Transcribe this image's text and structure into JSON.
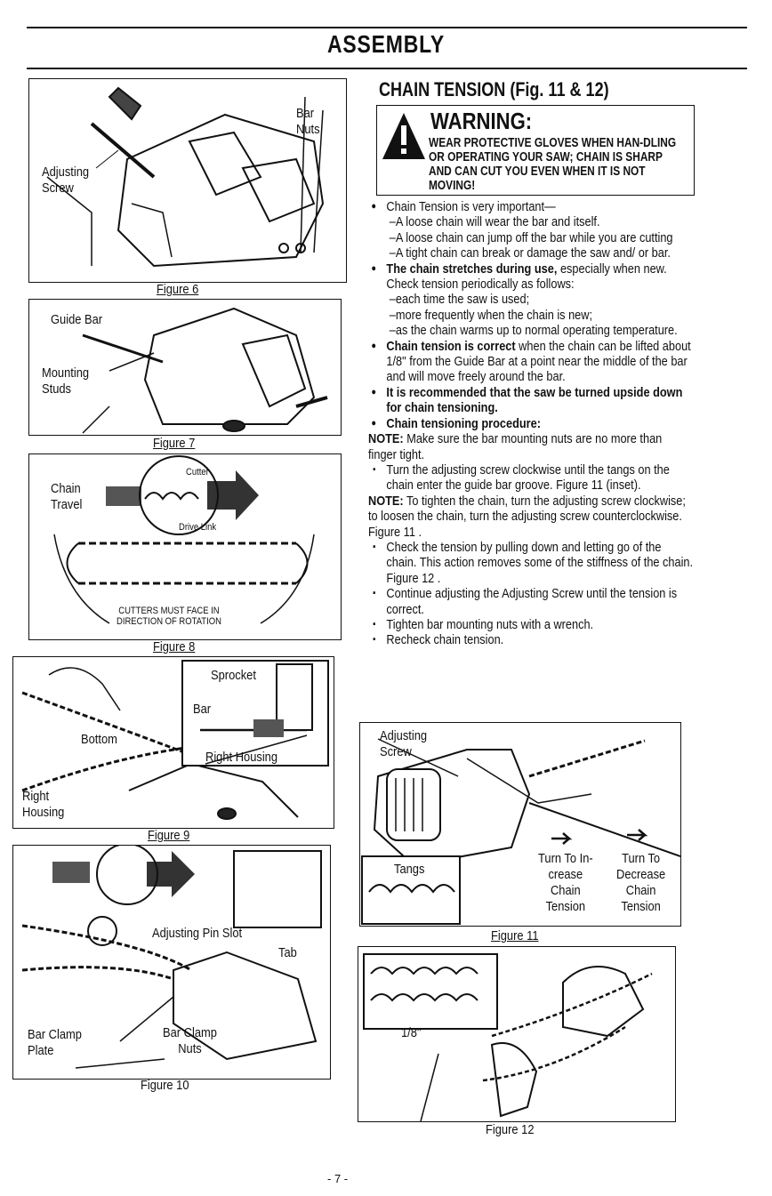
{
  "page": {
    "title": "ASSEMBLY",
    "page_number": "- 7 -"
  },
  "figures": {
    "f6": {
      "caption": "Figure 6",
      "labels": {
        "adjusting_screw": "Adjusting\nScrew",
        "bar_nuts": "Bar\nNuts"
      }
    },
    "f7": {
      "caption": "Figure 7",
      "labels": {
        "guide_bar": "Guide Bar",
        "mounting_studs": "Mounting\nStuds"
      }
    },
    "f8": {
      "caption": "Figure 8",
      "labels": {
        "chain_travel": "Chain\nTravel",
        "cutter": "Cutter",
        "drive_link": "Drive Link",
        "cutters_face": "CUTTERS MUST FACE IN\nDIRECTION OF ROTATION"
      }
    },
    "f9": {
      "caption": "Figure 9",
      "labels": {
        "sprocket": "Sprocket",
        "bar": "Bar",
        "right_housing_inset": "Right Housing",
        "bottom": "Bottom",
        "right_housing": "Right\nHousing"
      }
    },
    "f10": {
      "caption": "Figure 10",
      "labels": {
        "adjusting_pin_slot": "Adjusting Pin Slot",
        "tab": "Tab",
        "bar_clamp_plate": "Bar Clamp\nPlate",
        "bar_clamp_nuts": "Bar Clamp\nNuts"
      }
    },
    "f11": {
      "caption": "Figure 11",
      "labels": {
        "adjusting_screw": "Adjusting\nScrew",
        "tangs": "Tangs",
        "increase": "Turn To In-\ncrease\nChain\nTension",
        "decrease": "Turn To\nDecrease\nChain\nTension"
      }
    },
    "f12": {
      "caption": "Figure 12",
      "labels": {
        "eighth": "1/8\""
      }
    }
  },
  "section": {
    "title": "CHAIN TENSION (Fig. 11 & 12)",
    "warning_title": "WARNING:",
    "warning_text": "WEAR PROTECTIVE GLOVES WHEN HAN-DLING OR OPERATING YOUR SAW; CHAIN IS SHARP AND CAN CUT YOU EVEN WHEN IT IS NOT MOVING!",
    "p1_title": "Chain Tension is very important—",
    "p1_a": "–A loose chain will wear the bar and itself.",
    "p1_b": "–A loose chain can jump off the bar while you are cutting",
    "p1_c": "–A tight chain can break or damage the saw and/ or bar.",
    "p2_lead": "The chain stretches during use,",
    "p2_rest": " especially when new. Check tension periodically as follows:",
    "p2_a": "–each time the saw is used;",
    "p2_b": "–more frequently when the chain is new;",
    "p2_c": "–as the chain warms up to normal operating temperature.",
    "p3_lead": "Chain tension is correct",
    "p3_rest": " when the chain can be lifted about 1/8\" from the Guide Bar at a point near the middle of the bar and will move freely around the bar.",
    "p4": "It is recommended that the saw be turned upside down for chain tensioning.",
    "p5": "Chain tensioning procedure:",
    "note1_label": "NOTE:",
    "note1_text": " Make sure the bar mounting nuts are no more than finger tight.",
    "s1": "Turn the adjusting screw clockwise until the tangs on the chain enter the guide bar groove. Figure 11 (inset).",
    "note2_label": "NOTE:",
    "note2_text": " To tighten the chain, turn the adjusting screw clockwise; to loosen the chain, turn the adjusting screw counterclockwise. Figure 11 .",
    "s2": "Check the tension by pulling down and letting go of the chain. This action removes some of the stiffness of the chain. Figure 12 .",
    "s3": "Continue adjusting the Adjusting Screw until the tension is correct.",
    "s4": "Tighten bar mounting nuts with a wrench.",
    "s5": "Recheck chain tension."
  }
}
